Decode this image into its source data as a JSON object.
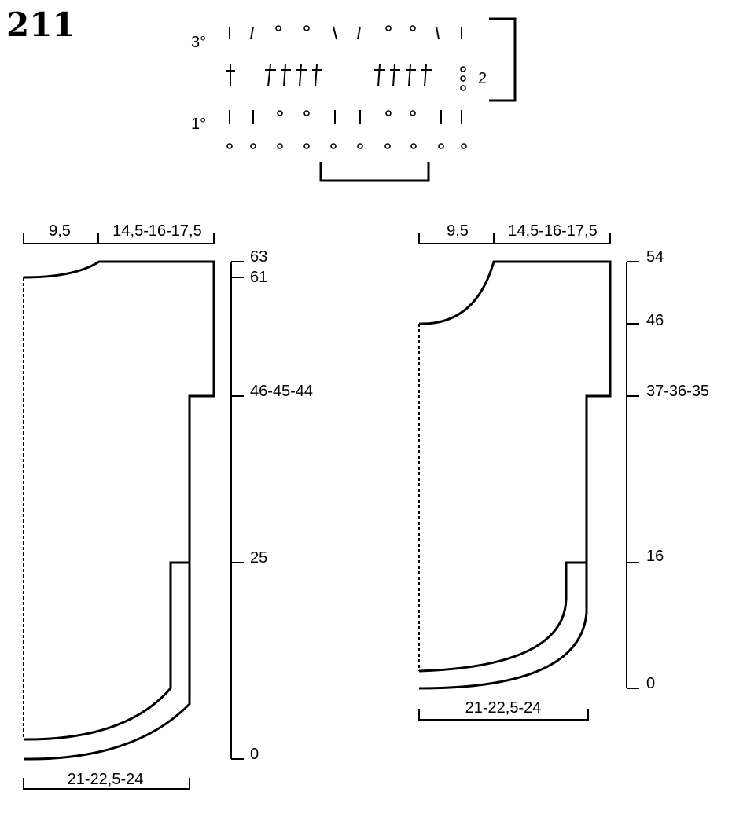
{
  "pattern_number": "211",
  "chart": {
    "row_1_label": "1°",
    "row_2_label": "2",
    "row_3_label": "3°"
  },
  "left_piece": {
    "top_measure_a": "9,5",
    "top_measure_b": "14,5-16-17,5",
    "bottom_measure": "21-22,5-24",
    "height_labels": [
      "63",
      "61",
      "46-45-44",
      "25",
      "0"
    ]
  },
  "right_piece": {
    "top_measure_a": "9,5",
    "top_measure_b": "14,5-16-17,5",
    "bottom_measure": "21-22,5-24",
    "height_labels": [
      "54",
      "46",
      "37-36-35",
      "16",
      "0"
    ]
  }
}
